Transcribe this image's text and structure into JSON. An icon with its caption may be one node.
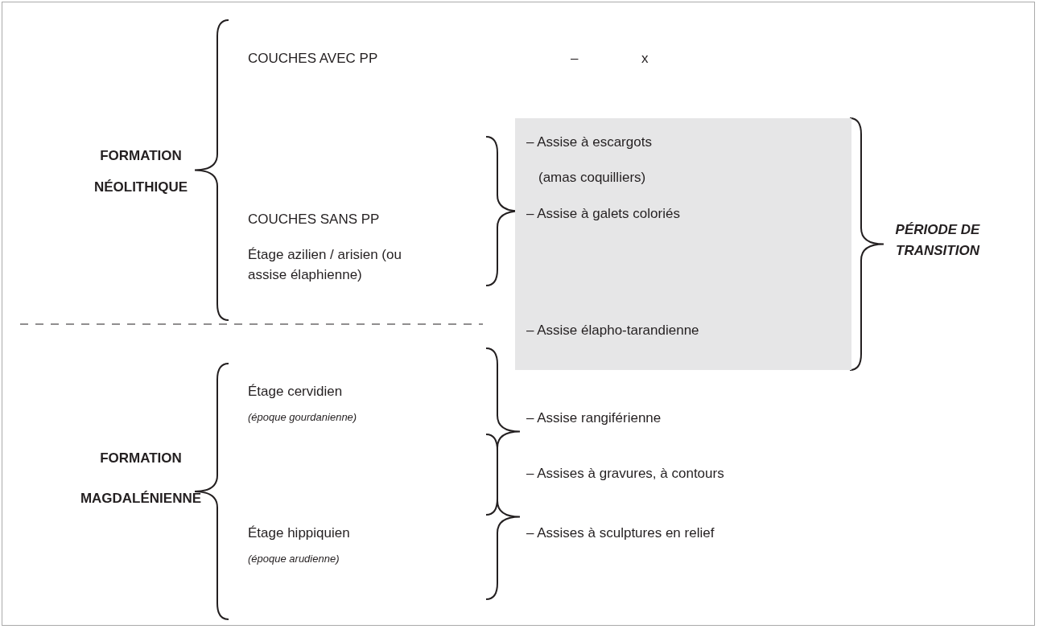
{
  "diagram": {
    "nodes": [
      {
        "text": [
          "– Assise à escargots",
          "(amas coquilliers)",
          "– Assise à galets coloriés",
          "– Assise élapho-tarandienne"
        ]
      }
    ],
    "labels": [
      "COUCHES AVEC PP",
      "–",
      "x",
      "FORMATION NÉOLITHIQUE",
      "COUCHES SANS PP",
      "Étage azilien / arisien (ou assise élaphienne)",
      "PÉRIODE DE TRANSITION",
      "Étage cervidien",
      "(époque gourdanienne)",
      "– Assise rangiférienne",
      "FORMATION MAGDALÉNIENNE",
      "– Assises à gravures, à contours",
      "Étage hippiquien",
      "– Assises à sculptures en relief",
      "(époque arudienne)"
    ]
  }
}
